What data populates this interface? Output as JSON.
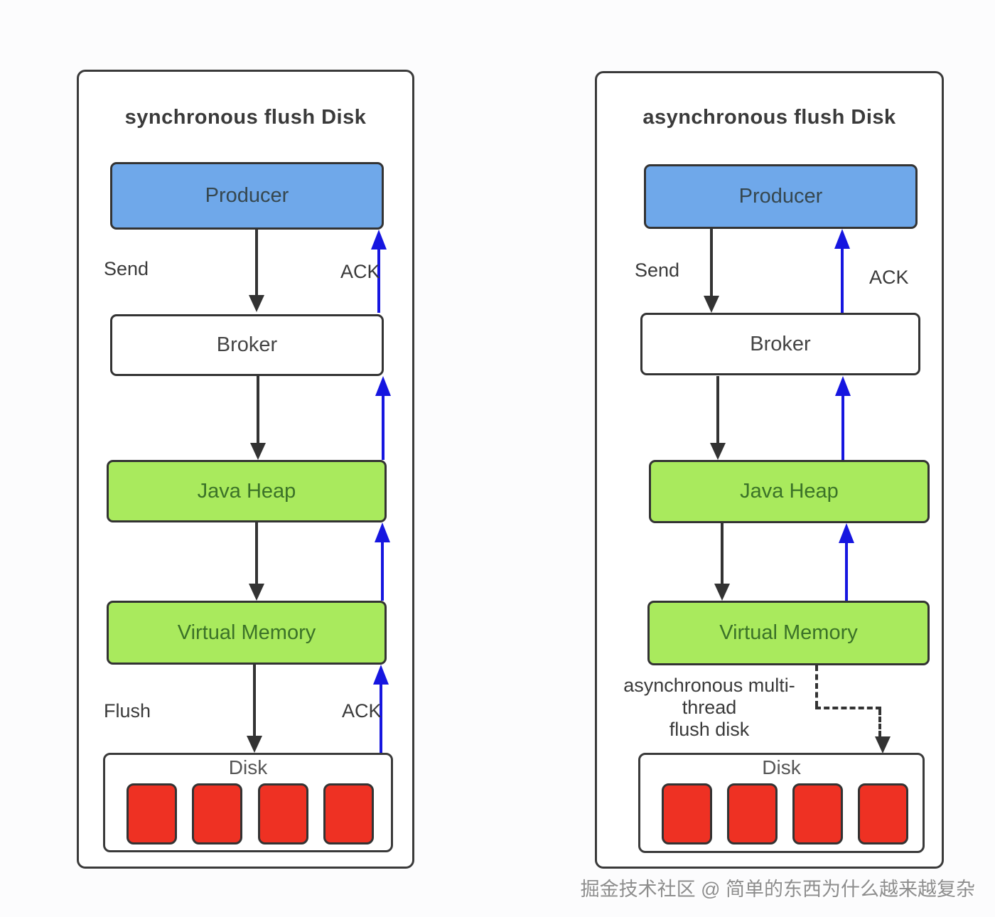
{
  "left_panel": {
    "title": "synchronous flush Disk",
    "nodes": {
      "producer": "Producer",
      "broker": "Broker",
      "java_heap": "Java Heap",
      "virtual_memory": "Virtual Memory",
      "disk": "Disk"
    },
    "labels": {
      "send": "Send",
      "ack_top": "ACK",
      "flush": "Flush",
      "ack_bottom": "ACK"
    },
    "disk_block_count": 4
  },
  "right_panel": {
    "title": "asynchronous flush Disk",
    "nodes": {
      "producer": "Producer",
      "broker": "Broker",
      "java_heap": "Java Heap",
      "virtual_memory": "Virtual Memory",
      "disk": "Disk"
    },
    "labels": {
      "send": "Send",
      "ack_top": "ACK",
      "async_note_line1": "asynchronous multi-",
      "async_note_line2": "thread",
      "async_note_line3": "flush disk"
    },
    "disk_block_count": 4
  },
  "watermark": "掘金技术社区 @ 简单的东西为什么越来越复杂",
  "colors": {
    "producer_fill": "#6fa8ea",
    "memory_fill": "#a9ea5d",
    "disk_block_fill": "#ee3123",
    "ack_arrow_blue": "#1616e0",
    "flow_arrow_black": "#333333"
  }
}
